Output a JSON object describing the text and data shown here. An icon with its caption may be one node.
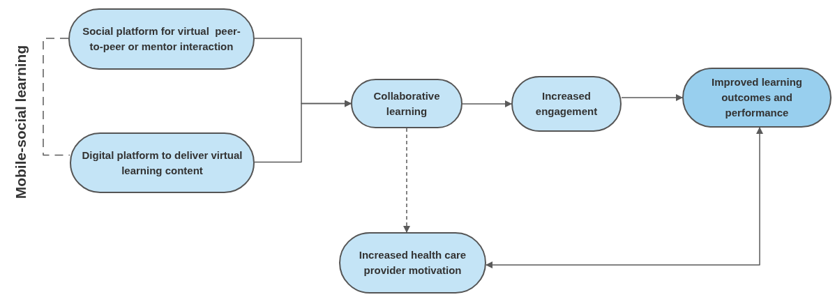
{
  "diagram": {
    "nodes": [
      {
        "text": [
          "Social platform for virtual  peer-to-peer or mentor interaction"
        ]
      },
      {
        "text": [
          "Digital platform to deliver virtual learning content"
        ]
      },
      {
        "text": [
          "Collaborative learning"
        ]
      },
      {
        "text": [
          "Increased engagement"
        ]
      },
      {
        "text": [
          "Improved learning outcomes and performance"
        ]
      },
      {
        "text": [
          "Increased health care provider motivation"
        ]
      }
    ],
    "edges": [
      {
        "from": 0,
        "to": 1,
        "arrow": "none",
        "style": "dashed"
      },
      {
        "from": 0,
        "to": 2,
        "arrow": "to"
      },
      {
        "from": 1,
        "to": 2,
        "arrow": "to"
      },
      {
        "from": 2,
        "to": 3,
        "arrow": "to"
      },
      {
        "from": 3,
        "to": 4,
        "arrow": "to"
      },
      {
        "from": 2,
        "to": 5,
        "arrow": "to",
        "style": "dashed"
      },
      {
        "from": 5,
        "to": 4,
        "arrow": "both"
      }
    ],
    "labels": [
      "Mobile-social learning"
    ]
  }
}
